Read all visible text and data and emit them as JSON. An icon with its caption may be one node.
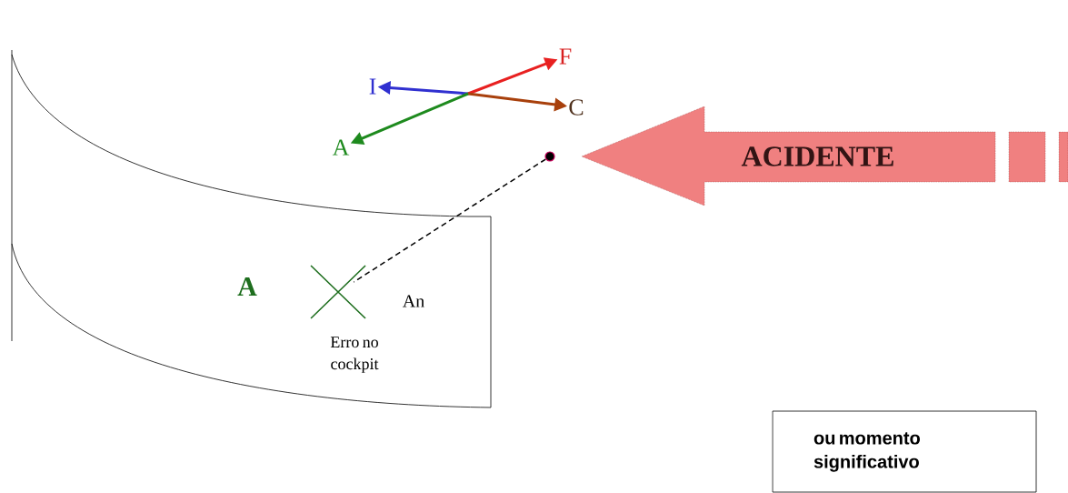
{
  "diagram": {
    "nodes": [
      {
        "text": [],
        "shape": "circle"
      },
      {
        "text": [],
        "shape": "cross",
        "beside": [
          "An",
          "Erro no cockpit"
        ]
      },
      {
        "text": [
          "I"
        ]
      },
      {
        "text": [
          "F"
        ]
      },
      {
        "text": [
          "C"
        ]
      },
      {
        "text": [
          "A"
        ]
      },
      {
        "text": [
          "ACIDENTE"
        ]
      },
      {
        "text": [
          "ou momento significativo"
        ]
      }
    ],
    "edges": [
      {
        "from": 0,
        "to": 1,
        "arrow": "none",
        "style": "dashed"
      },
      {
        "from": null,
        "to": 2,
        "arrow": "to",
        "color": "#3030d0"
      },
      {
        "from": null,
        "to": 3,
        "arrow": "to",
        "color": "#e82020"
      },
      {
        "from": null,
        "to": 4,
        "arrow": "to",
        "color": "#a8400c"
      },
      {
        "from": null,
        "to": 5,
        "arrow": "to",
        "color": "#1e8a1e"
      }
    ],
    "labels": [
      "A"
    ]
  }
}
